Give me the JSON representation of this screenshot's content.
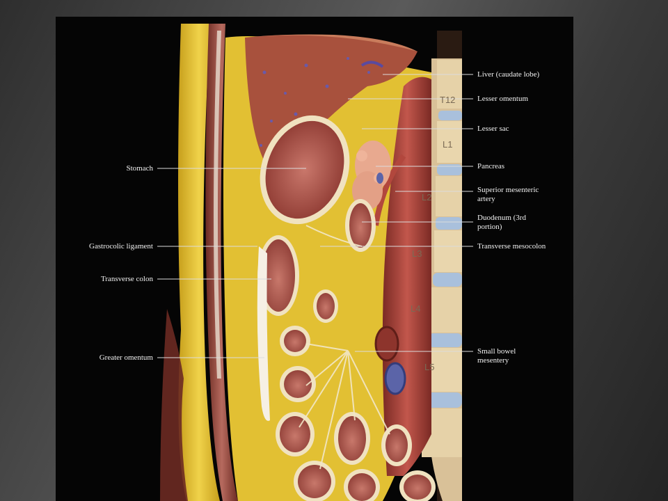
{
  "labels": {
    "liver": "Liver (caudate lobe)",
    "lesser_omentum": "Lesser omentum",
    "lesser_sac": "Lesser sac",
    "pancreas": "Pancreas",
    "sma_line1": "Superior mesenteric",
    "sma_line2": "artery",
    "duodenum_line1": "Duodenum (3rd",
    "duodenum_line2": "portion)",
    "transverse_mesocolon": "Transverse mesocolon",
    "small_bowel_line1": "Small bowel",
    "small_bowel_line2": "mesentery",
    "stomach": "Stomach",
    "gastrocolic_ligament": "Gastrocolic ligament",
    "transverse_colon": "Transverse colon",
    "greater_omentum": "Greater omentum"
  },
  "vertebrae": {
    "t12": "T12",
    "l1": "L1",
    "l2": "L2",
    "l3": "L3",
    "l4": "L4",
    "l5": "L5"
  },
  "colors": {
    "background_panel": "#050505",
    "fat": "#e8c833",
    "tissue": "#b8524a",
    "liver": "#a8513d",
    "bone": "#e6d2a8",
    "disc": "#9fb8d6",
    "label_text": "#f2f2f2",
    "leader_line": "#dcdcdc"
  }
}
